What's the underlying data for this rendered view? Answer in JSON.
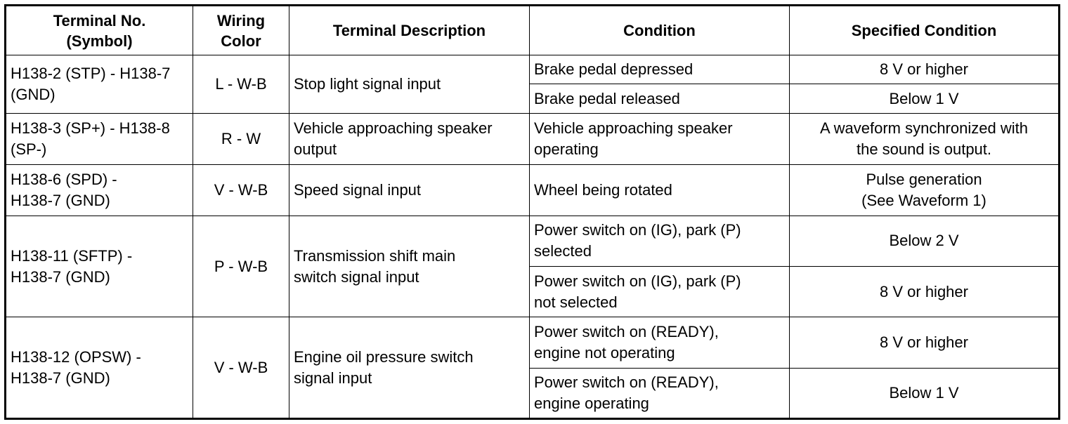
{
  "headers": {
    "terminal": [
      "Terminal No.",
      "(Symbol)"
    ],
    "wiring": [
      "Wiring",
      "Color"
    ],
    "description": "Terminal Description",
    "condition": "Condition",
    "specified": "Specified Condition"
  },
  "rows": [
    {
      "terminal": [
        "H138-2 (STP) - H138-7",
        "(GND)"
      ],
      "wiring": "L - W-B",
      "description": [
        "Stop light signal input"
      ],
      "conditions": [
        {
          "condition": [
            "Brake pedal depressed"
          ],
          "specified": [
            "8 V or higher"
          ]
        },
        {
          "condition": [
            "Brake pedal released"
          ],
          "specified": [
            "Below 1 V"
          ]
        }
      ]
    },
    {
      "terminal": [
        "H138-3 (SP+) - H138-8",
        "(SP-)"
      ],
      "wiring": "R - W",
      "description": [
        "Vehicle approaching speaker",
        "output"
      ],
      "conditions": [
        {
          "condition": [
            "Vehicle approaching speaker",
            "operating"
          ],
          "specified": [
            "A waveform synchronized with",
            "the sound is output."
          ]
        }
      ]
    },
    {
      "terminal": [
        "H138-6 (SPD) -",
        "H138-7 (GND)"
      ],
      "wiring": "V - W-B",
      "description": [
        "Speed signal input"
      ],
      "conditions": [
        {
          "condition": [
            "Wheel being rotated"
          ],
          "specified": [
            "Pulse generation",
            "(See Waveform 1)"
          ]
        }
      ]
    },
    {
      "terminal": [
        "H138-11 (SFTP) -",
        "H138-7 (GND)"
      ],
      "wiring": "P - W-B",
      "description": [
        "Transmission shift main",
        "switch signal input"
      ],
      "conditions": [
        {
          "condition": [
            "Power switch on (IG), park (P)",
            "selected"
          ],
          "specified": [
            "Below 2 V"
          ]
        },
        {
          "condition": [
            "Power switch on (IG), park (P)",
            "not selected"
          ],
          "specified": [
            "8 V or higher"
          ]
        }
      ]
    },
    {
      "terminal": [
        "H138-12 (OPSW) -",
        "H138-7 (GND)"
      ],
      "wiring": "V - W-B",
      "description": [
        "Engine oil pressure switch",
        "signal input"
      ],
      "conditions": [
        {
          "condition": [
            "Power switch on (READY),",
            "engine not operating"
          ],
          "specified": [
            "8 V or higher"
          ]
        },
        {
          "condition": [
            "Power switch on (READY),",
            "engine operating"
          ],
          "specified": [
            "Below 1 V"
          ]
        }
      ]
    }
  ]
}
